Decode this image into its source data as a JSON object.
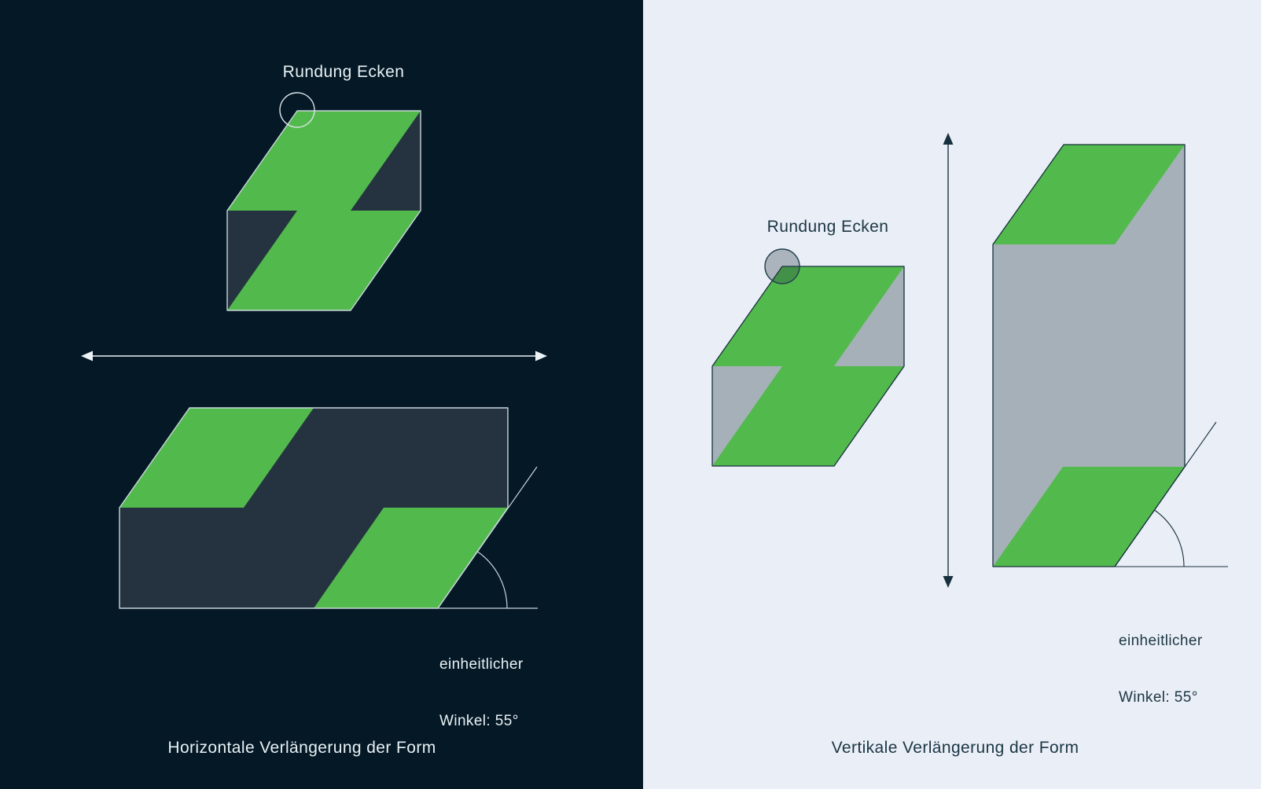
{
  "palette": {
    "left_background": "#041826",
    "right_background": "#EAEEF6",
    "brand_green": "#52BA4C",
    "dark_slate": "#253340",
    "silver_gray": "#A6B0B8",
    "outline_light": "#C9D5DB",
    "outline_dark": "#17303E",
    "arrow_light": "#ECF2F5",
    "arrow_dark": "#344B59",
    "text_light": "#E9F1F4",
    "text_dark": "#1B3644"
  },
  "left_panel": {
    "corner_annotation": "Rundung Ecken",
    "angle_annotation": {
      "line1": "einheitlicher",
      "line2": "Winkel: 55°"
    },
    "caption": "Horizontale Verlängerung der Form"
  },
  "right_panel": {
    "corner_annotation": "Rundung Ecken",
    "angle_annotation": {
      "line1": "einheitlicher",
      "line2": "Winkel: 55°"
    },
    "caption": "Vertikale Verlängerung der Form"
  },
  "icons": {
    "horizontal_extent_arrow": "double-headed-horizontal-arrow",
    "vertical_extent_arrow": "double-headed-vertical-arrow",
    "corner_radius_circle": "corner-radius-marker-circle",
    "angle_arc": "angle-arc-55-degrees"
  }
}
